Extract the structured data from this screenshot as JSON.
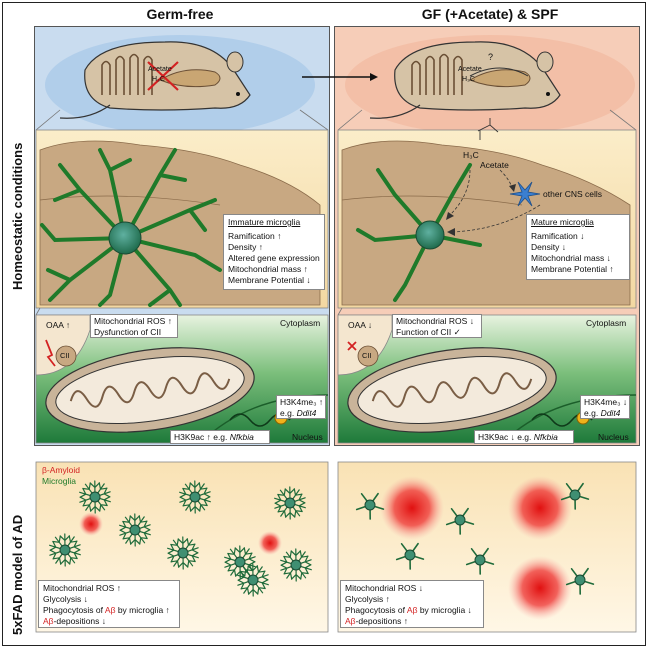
{
  "columns": {
    "left_title": "Germ-free",
    "right_title": "GF (+Acetate) & SPF"
  },
  "rows": {
    "top_label": "Homeostatic conditions",
    "bottom_label": "5xFAD model of AD"
  },
  "mouse": {
    "left_acetate": "Acetate",
    "left_formula": "H₃C",
    "right_acetate": "Acetate",
    "right_formula": "H₃C",
    "right_question": "?"
  },
  "microglia_left": {
    "title": "Immature microglia",
    "lines": [
      "Ramification ↑",
      "Density ↑",
      "Altered gene expression",
      "Mitochondrial mass ↑",
      "Membrane Potential ↓"
    ]
  },
  "microglia_right": {
    "title": "Mature microglia",
    "lines": [
      "Ramification ↓",
      "Density ↓",
      "Mitochondrial mass ↓",
      "Membrane Potential ↑"
    ],
    "acetate_label": "Acetate",
    "acetate_formula": "H₃C",
    "other_cells": "other CNS cells"
  },
  "mito_left": {
    "oaa": "OAA ↑",
    "cii": "CII",
    "ros": "Mitochondrial ROS ↑",
    "cii_function": "Dysfunction of CII",
    "cytoplasm": "Cytoplasm",
    "nucleus": "Nucleus",
    "h3k4": "H3K4me₃ ↑",
    "h3k4_gene_prefix": "e.g.",
    "h3k4_gene": "Ddit4",
    "h3k9": "H3K9ac ↑ e.g.",
    "h3k9_gene": "Nfkbia"
  },
  "mito_right": {
    "oaa": "OAA ↓",
    "cii": "CII",
    "ros": "Mitochondrial ROS ↓",
    "cii_function": "Function of CII ✓",
    "cytoplasm": "Cytoplasm",
    "nucleus": "Nucleus",
    "h3k4": "H3K4me₃ ↓",
    "h3k4_gene_prefix": "e.g.",
    "h3k4_gene": "Ddit4",
    "h3k9": "H3K9ac ↓ e.g.",
    "h3k9_gene": "Nfkbia"
  },
  "ad_left": {
    "legend_amyloid": "β-Amyloid",
    "legend_microglia": "Microglia",
    "line1": "Mitochondrial ROS ↑",
    "line2": "Glycolysis ↓",
    "line3_pre": "Phagocytosis of ",
    "line3_ab": "Aβ",
    "line3_post": " by microglia ↑",
    "line4_ab": "Aβ",
    "line4_post": "-depositions ↓"
  },
  "ad_right": {
    "line1": "Mitochondrial ROS ↓",
    "line2": "Glycolysis ↑",
    "line3_pre": "Phagocytosis of ",
    "line3_ab": "Aβ",
    "line3_post": " by microglia ↓",
    "line4_ab": "Aβ",
    "line4_post": "-depositions ↑"
  },
  "colors": {
    "blue_panel": "#c9dcef",
    "peach_panel": "#f6cdb8",
    "brain_cream": "#f8e8c4",
    "brain_tan": "#c8a882",
    "microglia_green": "#1f7a2a",
    "cyto_green": "#2a8a3e",
    "amyloid_red": "#e02020"
  }
}
